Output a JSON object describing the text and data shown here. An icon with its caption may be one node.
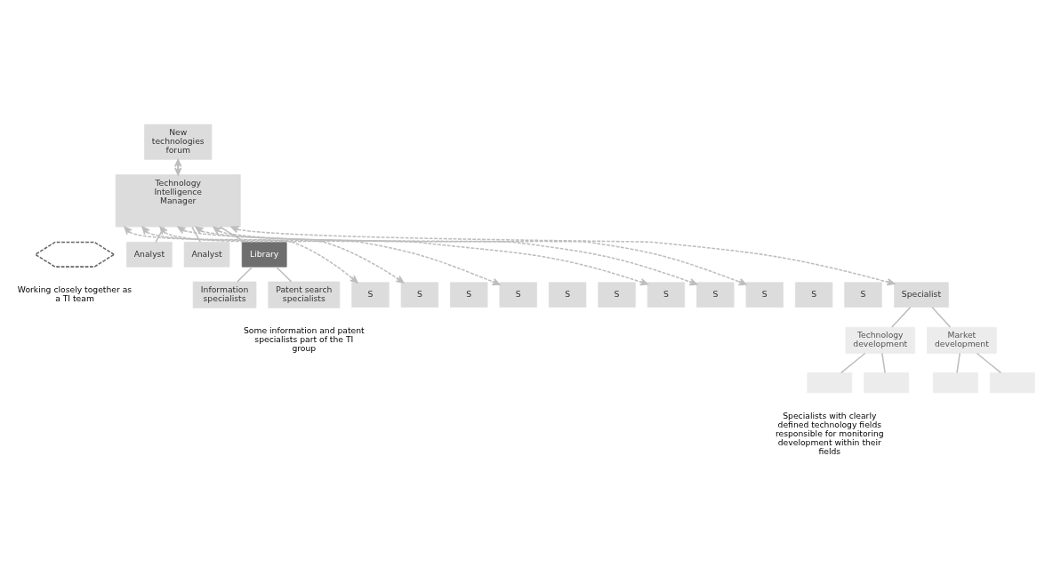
{
  "diagram": {
    "nodes": [
      {
        "text": [
          "New technologies forum"
        ]
      },
      {
        "text": [
          "Technology Intelligence Manager"
        ]
      },
      {
        "text": [
          "Analyst"
        ]
      },
      {
        "text": [
          "Analyst"
        ]
      },
      {
        "text": [
          "Library"
        ]
      },
      {
        "text": [
          "Information specialists"
        ]
      },
      {
        "text": [
          "Patent search specialists"
        ]
      },
      {
        "text": [],
        "shape": "hexagon"
      },
      {
        "text": [
          "S"
        ]
      },
      {
        "text": [
          "S"
        ]
      },
      {
        "text": [
          "S"
        ]
      },
      {
        "text": [
          "S"
        ]
      },
      {
        "text": [
          "S"
        ]
      },
      {
        "text": [
          "S"
        ]
      },
      {
        "text": [
          "S"
        ]
      },
      {
        "text": [
          "S"
        ]
      },
      {
        "text": [
          "S"
        ]
      },
      {
        "text": [
          "S"
        ]
      },
      {
        "text": [
          "S"
        ]
      },
      {
        "text": [
          "Specialist"
        ]
      },
      {
        "text": [
          "Technology development"
        ]
      },
      {
        "text": [
          "Market development"
        ]
      },
      {
        "text": [],
        "shape": "box"
      },
      {
        "text": [],
        "shape": "box"
      },
      {
        "text": [],
        "shape": "box"
      },
      {
        "text": [],
        "shape": "box"
      }
    ],
    "edges": [
      {
        "from": 0,
        "to": 1,
        "arrow": "both",
        "style": "dashed"
      },
      {
        "from": 1,
        "to": 2,
        "arrow": "none"
      },
      {
        "from": 1,
        "to": 3,
        "arrow": "none"
      },
      {
        "from": 1,
        "to": 4,
        "arrow": "none"
      },
      {
        "from": 4,
        "to": 5,
        "arrow": "none"
      },
      {
        "from": 4,
        "to": 6,
        "arrow": "none"
      },
      {
        "from": 1,
        "to": 8,
        "arrow": "both",
        "style": "dashed"
      },
      {
        "from": 1,
        "to": 9,
        "arrow": "both",
        "style": "dashed"
      },
      {
        "from": 1,
        "to": 11,
        "arrow": "both",
        "style": "dashed"
      },
      {
        "from": 1,
        "to": 14,
        "arrow": "both",
        "style": "dashed"
      },
      {
        "from": 1,
        "to": 15,
        "arrow": "both",
        "style": "dashed"
      },
      {
        "from": 1,
        "to": 16,
        "arrow": "both",
        "style": "dashed"
      },
      {
        "from": 1,
        "to": 19,
        "arrow": "both",
        "style": "dashed"
      },
      {
        "from": 19,
        "to": 20,
        "arrow": "none"
      },
      {
        "from": 19,
        "to": 21,
        "arrow": "none"
      },
      {
        "from": 20,
        "to": 22,
        "arrow": "none"
      },
      {
        "from": 20,
        "to": 23,
        "arrow": "none"
      },
      {
        "from": 21,
        "to": 24,
        "arrow": "none"
      },
      {
        "from": 21,
        "to": 25,
        "arrow": "none"
      }
    ],
    "labels": [
      "Working closely together as a TI team",
      "Specialists with clearly defined technology fields responsible for monitoring development within their fields",
      "Some information and patent specialists part of the TI group"
    ]
  }
}
